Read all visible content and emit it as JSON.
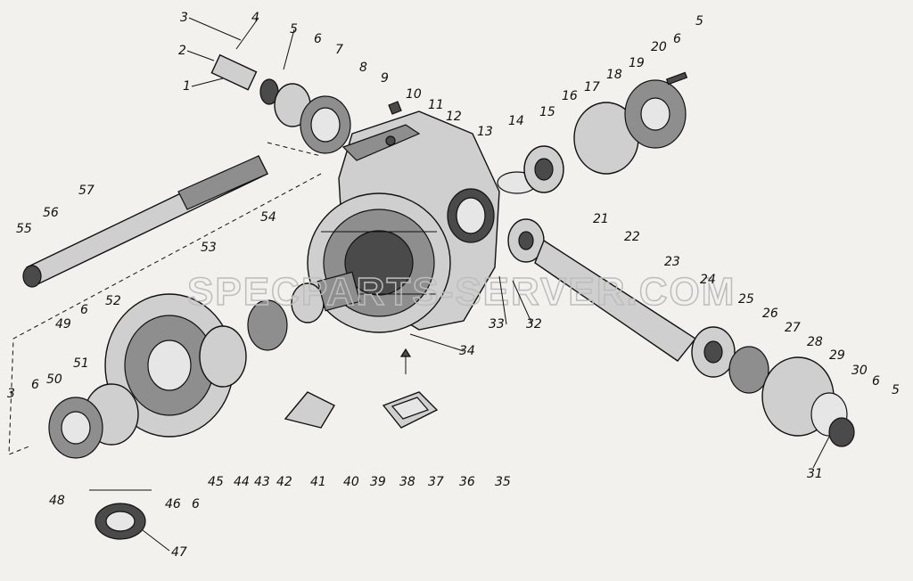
{
  "diagram": {
    "watermark": "SPECPARTS-SERVER.COM",
    "callouts": [
      "1",
      "2",
      "3",
      "4",
      "5",
      "6",
      "7",
      "8",
      "9",
      "10",
      "11",
      "12",
      "13",
      "14",
      "15",
      "16",
      "17",
      "18",
      "19",
      "20",
      "21",
      "22",
      "23",
      "24",
      "25",
      "26",
      "27",
      "28",
      "29",
      "30",
      "31",
      "32",
      "33",
      "34",
      "35",
      "36",
      "37",
      "38",
      "39",
      "40",
      "41",
      "42",
      "43",
      "44",
      "45",
      "46",
      "47",
      "48",
      "49",
      "50",
      "51",
      "52",
      "53",
      "54",
      "55",
      "56",
      "57"
    ],
    "extra": {
      "five": "5",
      "six": "6",
      "three": "3"
    }
  }
}
